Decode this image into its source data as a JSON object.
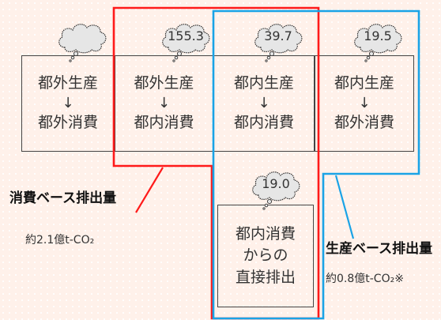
{
  "boxes": [
    {
      "line1": "都外生産",
      "arrow": "↓",
      "line2": "都外消費"
    },
    {
      "line1": "都外生産",
      "arrow": "↓",
      "line2": "都内消費"
    },
    {
      "line1": "都内生産",
      "arrow": "↓",
      "line2": "都内消費"
    },
    {
      "line1": "都内生産",
      "arrow": "↓",
      "line2": "都外消費"
    }
  ],
  "direct_box": {
    "line1": "都内消費",
    "line2": "からの",
    "line3": "直接排出"
  },
  "clouds": [
    "",
    "155.3",
    "39.7",
    "19.5",
    "19.0"
  ],
  "consumption_base": {
    "label": "消費ベース排出量",
    "amount": "約2.1億t-CO₂"
  },
  "production_base": {
    "label": "生産ベース排出量",
    "amount": "約0.8億t-CO₂※"
  },
  "colors": {
    "consumption": "#ff1a1a",
    "production": "#1aa3e6",
    "cloud_fill": "#e6e6e6",
    "background": "#fff1ea"
  }
}
